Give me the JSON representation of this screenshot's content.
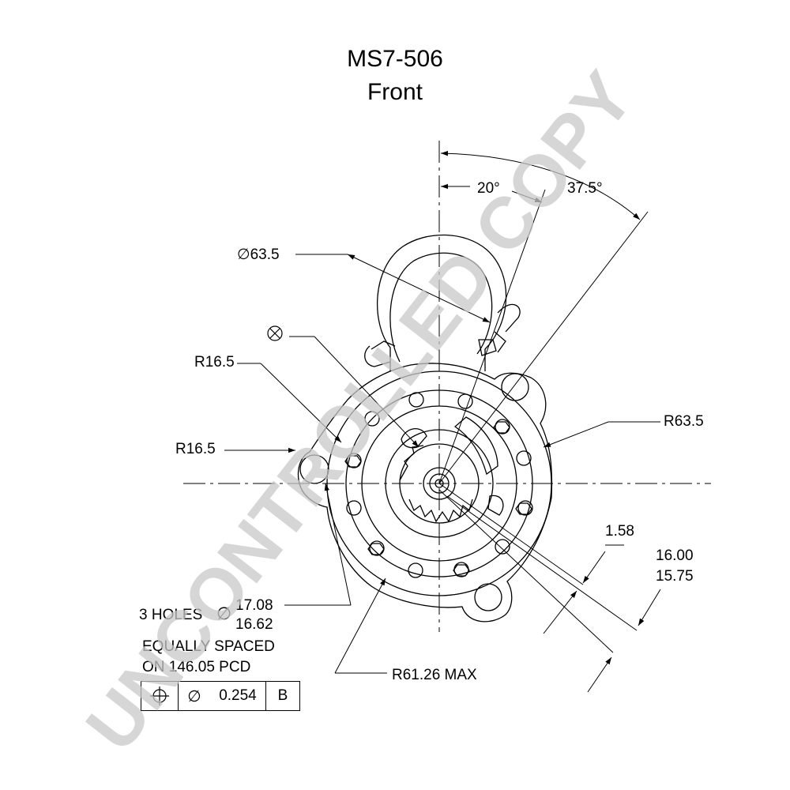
{
  "title": {
    "part_number": "MS7-506",
    "view": "Front"
  },
  "dimensions": {
    "angle_small": "20°",
    "angle_large": "37.5°",
    "diameter": "63.5",
    "radius_left_top": "R16.5",
    "radius_left": "R16.5",
    "radius_right": "R63.5",
    "thickness": "1.58",
    "depth_upper": "16.00",
    "depth_lower": "15.75",
    "holes_label": "3 HOLES",
    "hole_dia_upper": "17.08",
    "hole_dia_lower": "16.62",
    "holes_spacing_line1": "EQUALLY SPACED",
    "holes_spacing_line2": "ON 146.05 PCD",
    "radius_bottom": "R61.26 MAX"
  },
  "feature_control_frame": {
    "symbol": "position-icon",
    "diameter_symbol": "diameter-icon",
    "tolerance": "0.254",
    "datum": "B"
  },
  "symbols": {
    "flow_symbol": "crossed-circle-icon",
    "diameter_glyph": "∅"
  },
  "watermark": "UNCONTROLLED COPY",
  "colors": {
    "line": "#000000",
    "watermark": "#c8c8c8"
  }
}
